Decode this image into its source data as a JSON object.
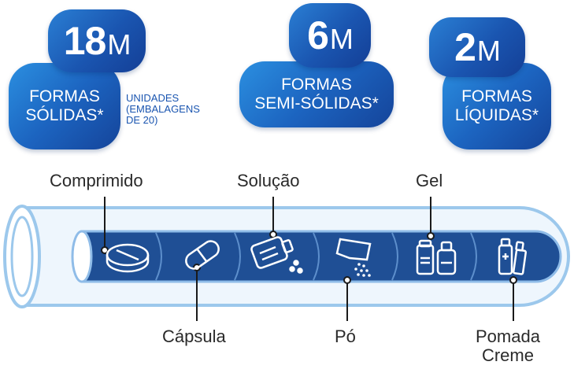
{
  "stats": [
    {
      "number": "18",
      "unit": "M",
      "line1": "FORMAS",
      "line2": "SÓLIDAS*"
    },
    {
      "number": "6",
      "unit": "M",
      "line1": "FORMAS",
      "line2": "SEMI-SÓLIDAS*"
    },
    {
      "number": "2",
      "unit": "M",
      "line1": "FORMAS",
      "line2": "LÍQUIDAS*"
    }
  ],
  "note": {
    "line1": "UNIDADES",
    "line2": "(EMBALAGENS",
    "line3": "DE 20)"
  },
  "labels_top": {
    "comprimido": "Comprimido",
    "solucao": "Solução",
    "gel": "Gel"
  },
  "labels_bottom": {
    "capsula": "Cápsula",
    "po": "Pó",
    "pomada1": "Pomada",
    "pomada2": "Creme"
  },
  "icons": [
    "tablet-icon",
    "capsule-icon",
    "solution-bottle-icon",
    "powder-sachet-icon",
    "gel-tubes-icon",
    "ointment-cream-icon"
  ],
  "colors": {
    "dark_blue": "#143f96",
    "mid_blue": "#1a55b0",
    "light_blue": "#9cc8ec",
    "tube_fill": "#1f4f95"
  }
}
